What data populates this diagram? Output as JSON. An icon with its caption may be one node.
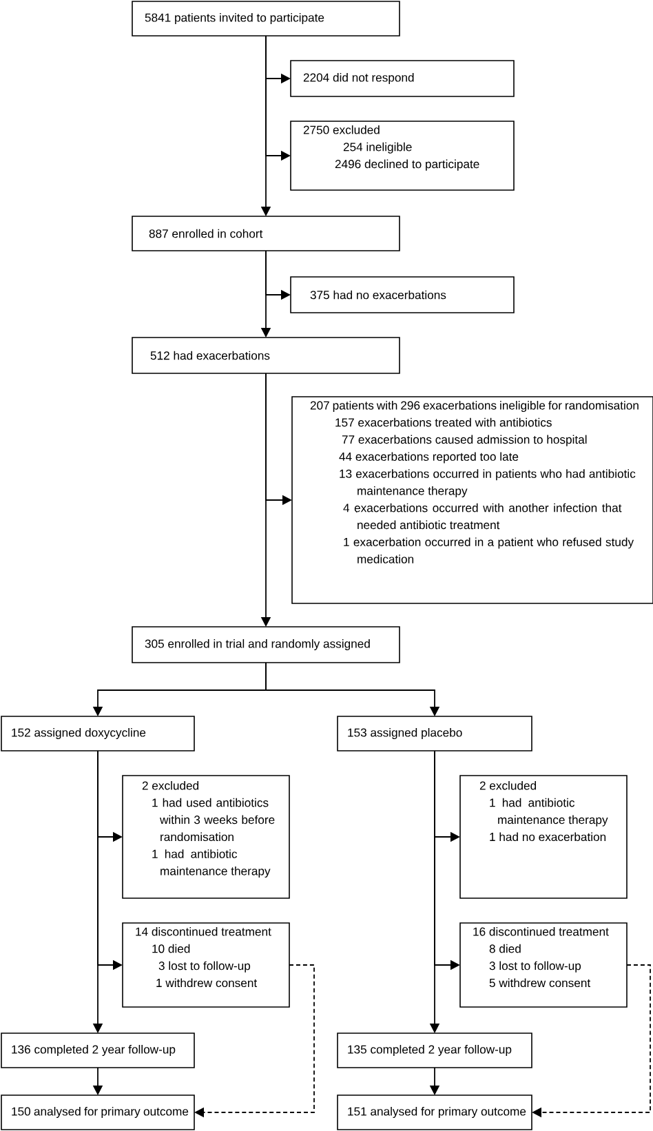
{
  "diagram": {
    "nodes": [
      {
        "text": [
          "5841 patients invited to participate"
        ]
      },
      {
        "text": [
          "2204 did not respond"
        ]
      },
      {
        "text": [
          "2750 excluded",
          "254 ineligible",
          "2496 declined to participate"
        ]
      },
      {
        "text": [
          "887 enrolled in cohort"
        ]
      },
      {
        "text": [
          "375 had no exacerbations"
        ]
      },
      {
        "text": [
          "512 had exacerbations"
        ]
      },
      {
        "text": [
          "207 patients with 296 exacerbations ineligible for randomisation",
          "157 exacerbations treated with antibiotics",
          "77 exacerbations caused admission to hospital",
          "44 exacerbations reported too late",
          "13 exacerbations occurred in patients who had antibiotic maintenance therapy",
          "4 exacerbations occurred with another infection that needed antibiotic treatment",
          "1 exacerbation occurred in a patient who refused study medication"
        ]
      },
      {
        "text": [
          "305 enrolled in trial and randomly assigned"
        ]
      },
      {
        "text": [
          "152 assigned doxycycline"
        ]
      },
      {
        "text": [
          "153 assigned placebo"
        ]
      },
      {
        "text": [
          "2 excluded",
          "1 had used antibiotics within 3 weeks before randomisation",
          "1 had antibiotic maintenance therapy"
        ]
      },
      {
        "text": [
          "2 excluded",
          "1 had antibiotic maintenance therapy",
          "1 had no exacerbation"
        ]
      },
      {
        "text": [
          "14 discontinued treatment",
          "10 died",
          "3 lost to follow-up",
          "1 withdrew consent"
        ]
      },
      {
        "text": [
          "16 discontinued treatment",
          "8 died",
          "3 lost to follow-up",
          "5 withdrew consent"
        ]
      },
      {
        "text": [
          "136 completed 2 year follow-up"
        ]
      },
      {
        "text": [
          "135 completed 2 year follow-up"
        ]
      },
      {
        "text": [
          "150 analysed for primary outcome"
        ]
      },
      {
        "text": [
          "151 analysed for primary outcome"
        ]
      }
    ],
    "edges": [
      {
        "from": 0,
        "to": 1,
        "arrow": "to"
      },
      {
        "from": 0,
        "to": 2,
        "arrow": "to"
      },
      {
        "from": 0,
        "to": 3,
        "arrow": "to"
      },
      {
        "from": 3,
        "to": 4,
        "arrow": "to"
      },
      {
        "from": 3,
        "to": 5,
        "arrow": "to"
      },
      {
        "from": 5,
        "to": 6,
        "arrow": "to"
      },
      {
        "from": 5,
        "to": 7,
        "arrow": "to"
      },
      {
        "from": 7,
        "to": 8,
        "arrow": "to"
      },
      {
        "from": 7,
        "to": 9,
        "arrow": "to"
      },
      {
        "from": 8,
        "to": 10,
        "arrow": "to"
      },
      {
        "from": 8,
        "to": 12,
        "arrow": "to"
      },
      {
        "from": 8,
        "to": 14,
        "arrow": "to"
      },
      {
        "from": 14,
        "to": 16,
        "arrow": "to"
      },
      {
        "from": 12,
        "to": 16,
        "arrow": "to",
        "style": "dashed"
      },
      {
        "from": 9,
        "to": 11,
        "arrow": "to"
      },
      {
        "from": 9,
        "to": 13,
        "arrow": "to"
      },
      {
        "from": 9,
        "to": 15,
        "arrow": "to"
      },
      {
        "from": 15,
        "to": 17,
        "arrow": "to"
      },
      {
        "from": 13,
        "to": 17,
        "arrow": "to",
        "style": "dashed"
      }
    ]
  }
}
